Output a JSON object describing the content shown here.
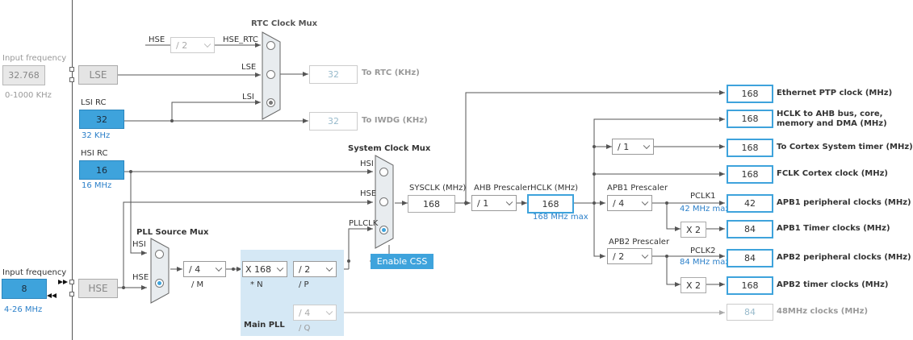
{
  "left": {
    "lse_input_label": "Input frequency",
    "lse_input_value": "32.768",
    "lse_input_range": "0-1000 KHz",
    "lse_label": "LSE",
    "lsi_label": "LSI RC",
    "lsi_value": "32",
    "lsi_unit": "32 KHz",
    "hsi_label": "HSI RC",
    "hsi_value": "16",
    "hsi_unit": "16 MHz",
    "hse_input_label": "Input frequency",
    "hse_input_value": "8",
    "hse_input_range": "4-26 MHz",
    "hse_label": "HSE"
  },
  "rtc": {
    "title": "RTC Clock Mux",
    "hse_in": "HSE",
    "div_value": "/ 2",
    "hse_rtc": "HSE_RTC",
    "lse_in": "LSE",
    "lsi_in": "LSI",
    "rtc_value": "32",
    "rtc_label": "To RTC (KHz)",
    "iwdg_value": "32",
    "iwdg_label": "To IWDG (KHz)"
  },
  "pll": {
    "source_mux_title": "PLL Source Mux",
    "hsi_in": "HSI",
    "hse_in": "HSE",
    "m_value": "/ 4",
    "m_label": "/ M",
    "n_value": "X 168",
    "n_label": "* N",
    "p_value": "/ 2",
    "p_label": "/ P",
    "q_value": "/ 4",
    "q_label": "/ Q",
    "main_pll_label": "Main PLL"
  },
  "sysmux": {
    "title": "System Clock Mux",
    "hsi": "HSI",
    "hse": "HSE",
    "pllclk": "PLLCLK",
    "enable_css": "Enable CSS"
  },
  "sysclk": {
    "label": "SYSCLK (MHz)",
    "value": "168",
    "ahb_label": "AHB Prescaler",
    "ahb_value": "/ 1",
    "hclk_label": "HCLK (MHz)",
    "hclk_value": "168",
    "hclk_max": "168 MHz max"
  },
  "apb": {
    "apb1_label": "APB1 Prescaler",
    "apb1_value": "/ 4",
    "pclk1_label": "PCLK1",
    "pclk1_max": "42 MHz max",
    "apb2_label": "APB2 Prescaler",
    "apb2_value": "/ 2",
    "pclk2_label": "PCLK2",
    "pclk2_max": "84 MHz max",
    "cortex_div": "/ 1",
    "x2_1": "X 2",
    "x2_2": "X 2"
  },
  "outputs": [
    {
      "value": "168",
      "label": "Ethernet PTP clock (MHz)"
    },
    {
      "value": "168",
      "label": "HCLK to AHB bus, core,"
    },
    {
      "value": "168",
      "label": "To Cortex System timer (MHz)"
    },
    {
      "value": "168",
      "label": "FCLK Cortex clock (MHz)"
    },
    {
      "value": "42",
      "label": "APB1 peripheral clocks (MHz)"
    },
    {
      "value": "84",
      "label": "APB1 Timer clocks (MHz)"
    },
    {
      "value": "84",
      "label": "APB2 peripheral clocks (MHz)"
    },
    {
      "value": "168",
      "label": "APB2 timer clocks (MHz)"
    },
    {
      "value": "84",
      "label": "48MHz clocks (MHz)"
    }
  ],
  "hclk_label_line2": "memory and DMA (MHz)",
  "colors": {
    "accent": "#3ea3dc",
    "pll_area": "#d5e8f5",
    "disabled": "#bbbbbb"
  }
}
